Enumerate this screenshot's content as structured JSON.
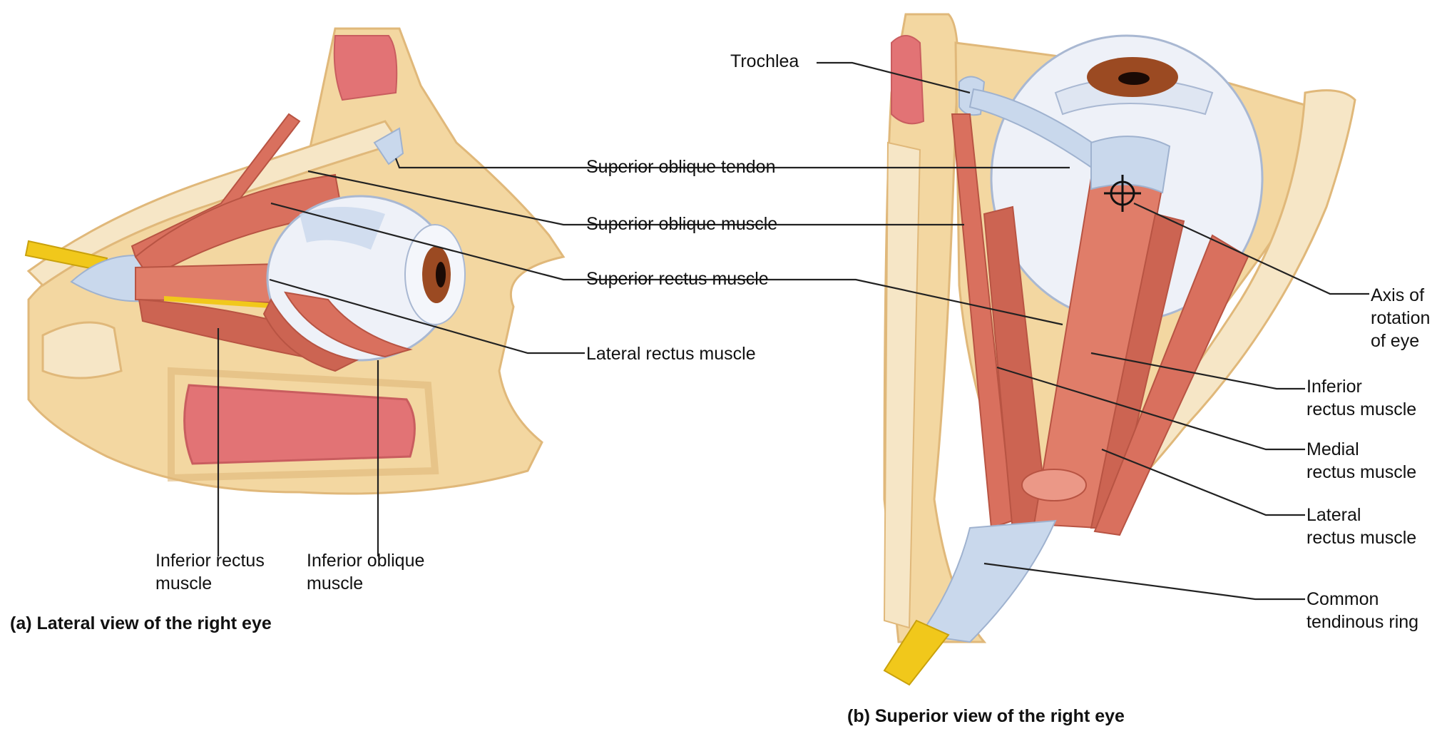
{
  "colors": {
    "bone": "#f3d7a1",
    "bone_dark": "#e0b87a",
    "marrow": "#f6e6c6",
    "muscle": "#d9705e",
    "muscle_light": "#eb9887",
    "sinus": "#e27375",
    "tendon": "#c9d8ec",
    "eye_white": "#eef1f8",
    "iris": "#9b4a22",
    "nerve": "#f1c81b",
    "leader": "#222222"
  },
  "panel_a": {
    "caption": "(a) Lateral view of the right eye",
    "labels": {
      "inferior_rectus": "Inferior rectus\nmuscle",
      "inferior_oblique": "Inferior oblique\nmuscle"
    }
  },
  "shared_labels": {
    "superior_oblique_tendon": "Superior oblique tendon",
    "superior_oblique_muscle": "Superior oblique muscle",
    "superior_rectus": "Superior rectus muscle",
    "lateral_rectus": "Lateral rectus muscle"
  },
  "panel_b": {
    "caption": "(b) Superior view of the right eye",
    "labels": {
      "trochlea": "Trochlea",
      "axis_of_rotation": "Axis of\nrotation\nof eye",
      "inferior_rectus": "Inferior\nrectus muscle",
      "medial_rectus": "Medial\nrectus muscle",
      "lateral_rectus": "Lateral\nrectus muscle",
      "common_tendinous_ring": "Common\ntendinous ring"
    }
  }
}
